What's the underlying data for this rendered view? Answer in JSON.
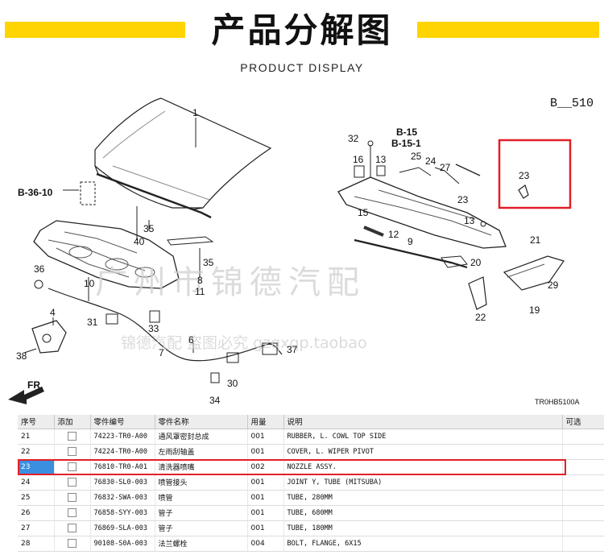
{
  "banner": {
    "title": "产品分解图",
    "subtitle": "PRODUCT DISPLAY"
  },
  "diagram": {
    "page_ref": "B__510",
    "figure_code": "TR0HB5100A",
    "references": [
      "B-36-10",
      "B-15",
      "B-15-1"
    ],
    "callouts": [
      "1",
      "4",
      "6",
      "7",
      "8",
      "9",
      "10",
      "11",
      "12",
      "13",
      "13",
      "15",
      "16",
      "19",
      "20",
      "21",
      "22",
      "23",
      "23",
      "24",
      "25",
      "27",
      "29",
      "30",
      "31",
      "32",
      "33",
      "34",
      "35",
      "35",
      "36",
      "37",
      "38",
      "40"
    ],
    "watermark": [
      "广州市锦德汽配",
      "锦德汽配 盗图必究 gzqxqp.taobao"
    ],
    "fr_label": "FR.",
    "colors": {
      "highlight": "#e0202a",
      "banner_yellow": "#ffd400",
      "selected_cell": "#3b8fe0"
    }
  },
  "table": {
    "columns": [
      "序号",
      "添加",
      "零件编号",
      "零件名称",
      "用量",
      "说明",
      "可选"
    ],
    "rows": [
      {
        "seq": "21",
        "part_no": "74223-TR0-A00",
        "name": "通风罩密封总成",
        "qty": "001",
        "desc": "RUBBER, L. COWL TOP SIDE"
      },
      {
        "seq": "22",
        "part_no": "74224-TR0-A00",
        "name": "左雨刮轴盖",
        "qty": "001",
        "desc": "COVER, L. WIPER PIVOT"
      },
      {
        "seq": "23",
        "part_no": "76810-TR0-A01",
        "name": "清洗器喷嘴",
        "qty": "002",
        "desc": "NOZZLE ASSY."
      },
      {
        "seq": "24",
        "part_no": "76830-SL0-003",
        "name": "喷管接头",
        "qty": "001",
        "desc": "JOINT Y, TUBE (MITSUBA)"
      },
      {
        "seq": "25",
        "part_no": "76832-SWA-003",
        "name": "喷管",
        "qty": "001",
        "desc": "TUBE, 280MM"
      },
      {
        "seq": "26",
        "part_no": "76858-SYY-003",
        "name": "管子",
        "qty": "001",
        "desc": "TUBE, 680MM"
      },
      {
        "seq": "27",
        "part_no": "76869-SLA-003",
        "name": "管子",
        "qty": "001",
        "desc": "TUBE, 180MM"
      },
      {
        "seq": "28",
        "part_no": "90108-S0A-003",
        "name": "法兰螺栓",
        "qty": "004",
        "desc": "BOLT, FLANGE, 6X15"
      }
    ],
    "selected_seq": "23"
  }
}
